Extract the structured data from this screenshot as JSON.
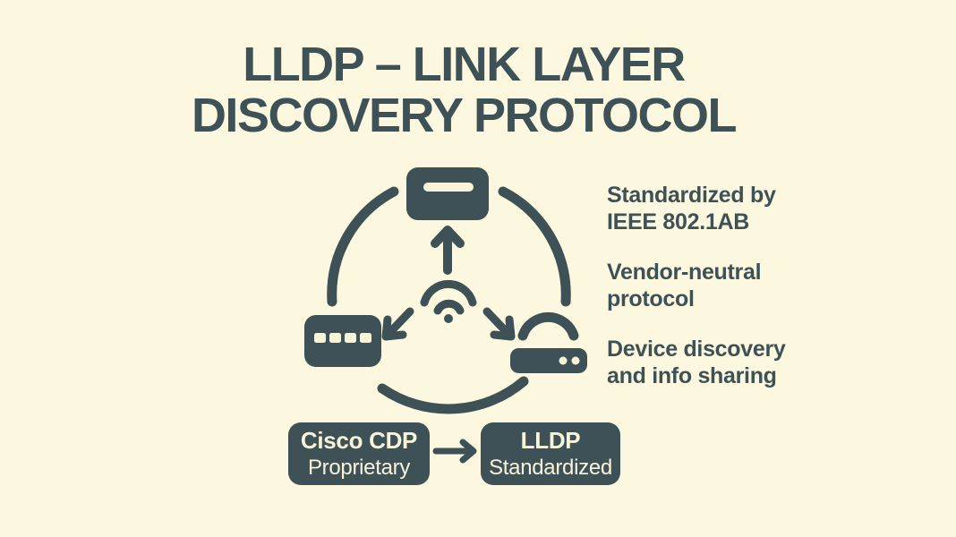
{
  "title": {
    "line1": "LLDP – LINK LAYER",
    "line2": "DISCOVERY PROTOCOL"
  },
  "diagram": {
    "description": "cycle of three network devices sharing info",
    "icons": {
      "top": "monitor-icon",
      "left": "switch-icon",
      "right": "router-icon",
      "center": "wifi-icon",
      "arrows": [
        "up-arrow-icon",
        "down-left-arrow-icon",
        "down-right-arrow-icon"
      ]
    }
  },
  "facts": [
    {
      "text": "Standardized by\nIEEE 802.1AB"
    },
    {
      "text": "Vendor-neutral\nprotocol"
    },
    {
      "text": "Device discovery\nand info sharing"
    }
  ],
  "comparison": {
    "left": {
      "title": "Cisco CDP",
      "subtitle": "Proprietary"
    },
    "arrow": "right-arrow-icon",
    "right": {
      "title": "LLDP",
      "subtitle": "Standardized"
    }
  },
  "colors": {
    "background": "#fcf8e0",
    "ink": "#3d5156",
    "cream": "#f8f4d9"
  }
}
